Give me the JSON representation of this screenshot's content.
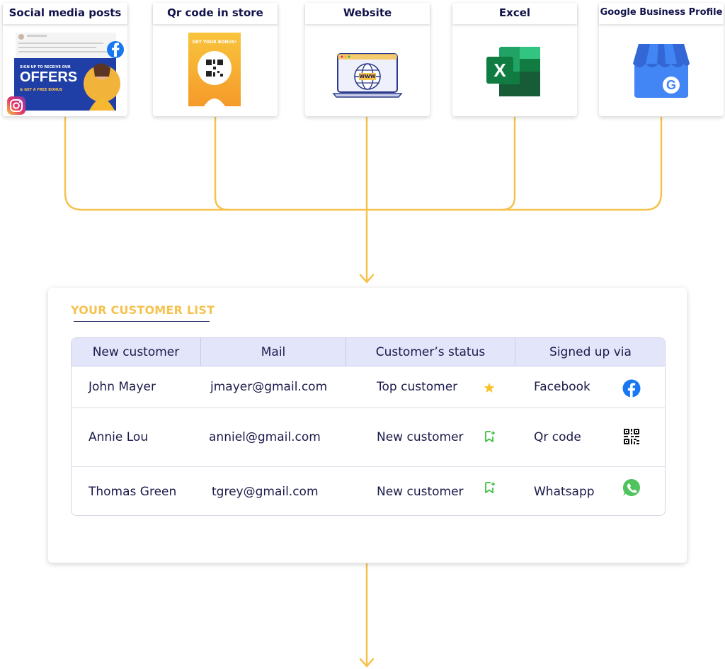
{
  "sources": [
    {
      "title": "Social media posts",
      "post_text": "SIGN UP TO RECEIVE OUR",
      "post_offer": "OFFERS",
      "post_bonus": "& GET A FREE BONUS",
      "icons": [
        "facebook-icon",
        "instagram-icon"
      ]
    },
    {
      "title": "Qr code in store",
      "poster_text": "GET YOUR BONUS!",
      "icons": [
        "qr-code-icon"
      ]
    },
    {
      "title": "Website",
      "screen_text": "WWW",
      "icons": [
        "laptop-globe-icon"
      ]
    },
    {
      "title": "Excel",
      "logo_letter": "X",
      "icons": [
        "excel-icon"
      ]
    },
    {
      "title": "Google Business Profile",
      "logo_letter": "G",
      "icons": [
        "google-business-icon"
      ]
    }
  ],
  "customer_list": {
    "heading": "YOUR CUSTOMER LIST",
    "columns": [
      "New customer",
      "Mail",
      "Customer’s status",
      "Signed up via"
    ],
    "rows": [
      {
        "name": "John Mayer",
        "mail": "jmayer@gmail.com",
        "status": "Top customer",
        "status_icon": "star-icon",
        "via": "Facebook",
        "via_icon": "facebook-icon"
      },
      {
        "name": "Annie Lou",
        "mail": "anniel@gmail.com",
        "status": "New customer",
        "status_icon": "new-bookmark-icon",
        "via": "Qr code",
        "via_icon": "qr-code-icon"
      },
      {
        "name": "Thomas Green",
        "mail": "tgrey@gmail.com",
        "status": "New customer",
        "status_icon": "new-bookmark-icon",
        "via": "Whatsapp",
        "via_icon": "whatsapp-icon"
      }
    ]
  },
  "colors": {
    "connector": "#f6c24e",
    "heading": "#f6c24e",
    "header_bg": "#e3e6fa",
    "text": "#1a1a4a",
    "star": "#f7c325",
    "new_badge": "#3fbf3f",
    "facebook": "#1877f2",
    "whatsapp": "#4fc35c"
  }
}
